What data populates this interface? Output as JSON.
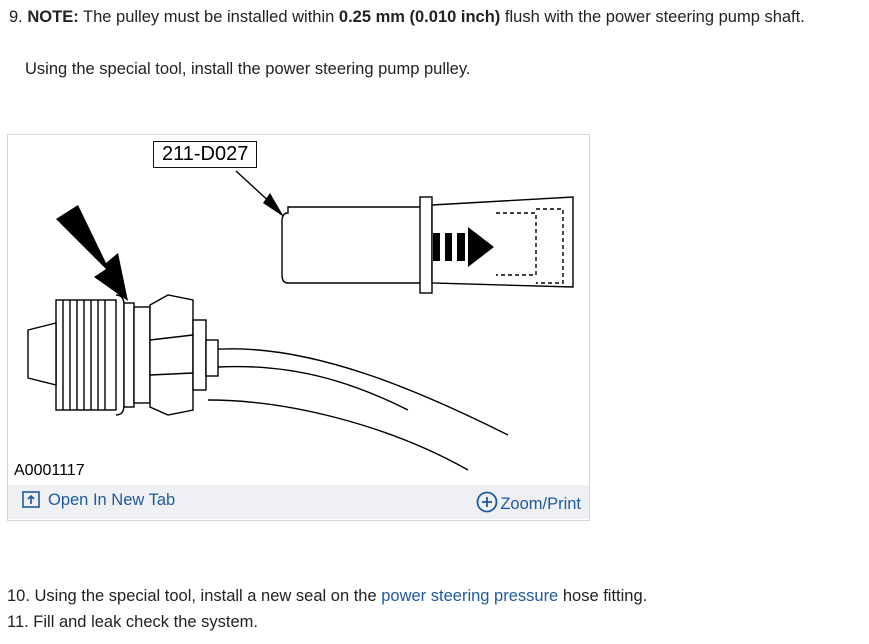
{
  "step9": {
    "number": "9.",
    "note_label": "NOTE:",
    "text_a": "The pulley must be installed within",
    "tolerance": "0.25 mm (0.010 inch)",
    "text_b": "flush with the power steering pump shaft."
  },
  "step9_instruction": "Using the special tool, install the power steering pump pulley.",
  "figure": {
    "tool_label": "211-D027",
    "figure_id": "A0001117",
    "open_tab_label": "Open In New Tab",
    "zoom_label": "Zoom/Print",
    "icons": {
      "open_tab": "open-new-tab-icon",
      "zoom": "zoom-plus-icon"
    }
  },
  "step10": {
    "text_a": "10. Using the special tool, install a new seal on the",
    "link": "power steering pressure",
    "text_b": "hose fitting."
  },
  "step11": "11. Fill and leak check the system.",
  "colors": {
    "link": "#1f5a9e",
    "figure_bar": "#eef0f3",
    "text": "#222222"
  }
}
